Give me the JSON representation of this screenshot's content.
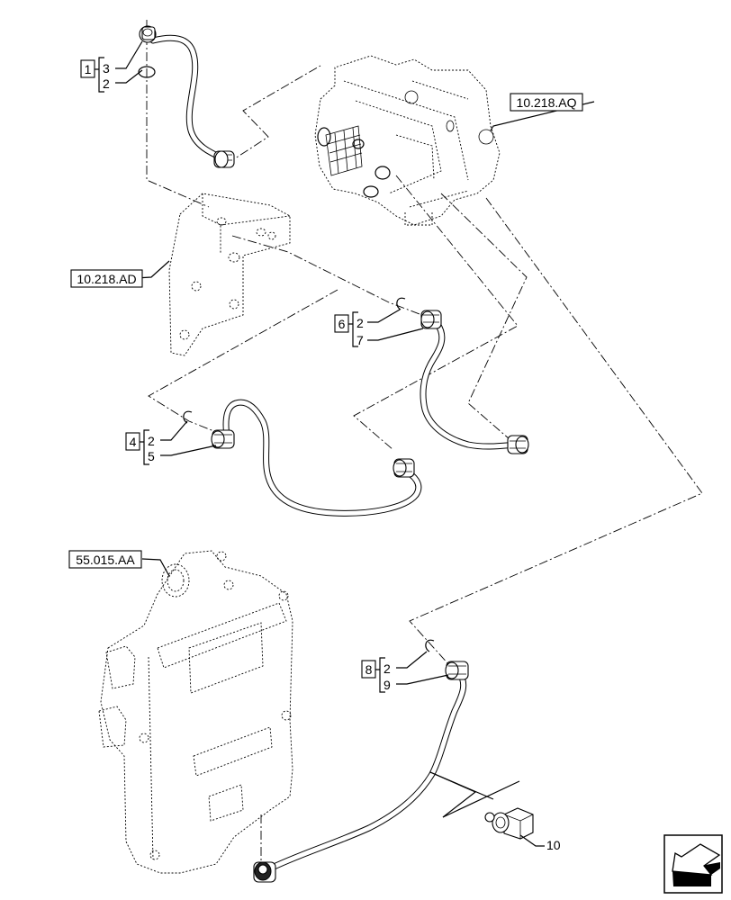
{
  "diagram": {
    "type": "exploded-parts-diagram",
    "references": [
      {
        "id": "ref-aq",
        "label": "10.218.AQ"
      },
      {
        "id": "ref-ad",
        "label": "10.218.AD"
      },
      {
        "id": "ref-aa",
        "label": "55.015.AA"
      }
    ],
    "callout_groups": [
      {
        "group": "1",
        "items": [
          "3",
          "2"
        ]
      },
      {
        "group": "6",
        "items": [
          "2",
          "7"
        ]
      },
      {
        "group": "4",
        "items": [
          "2",
          "5"
        ]
      },
      {
        "group": "8",
        "items": [
          "2",
          "9"
        ]
      }
    ],
    "single_callouts": [
      {
        "item": "10"
      }
    ],
    "orientation_icon": "front-left-arrow-icon"
  }
}
